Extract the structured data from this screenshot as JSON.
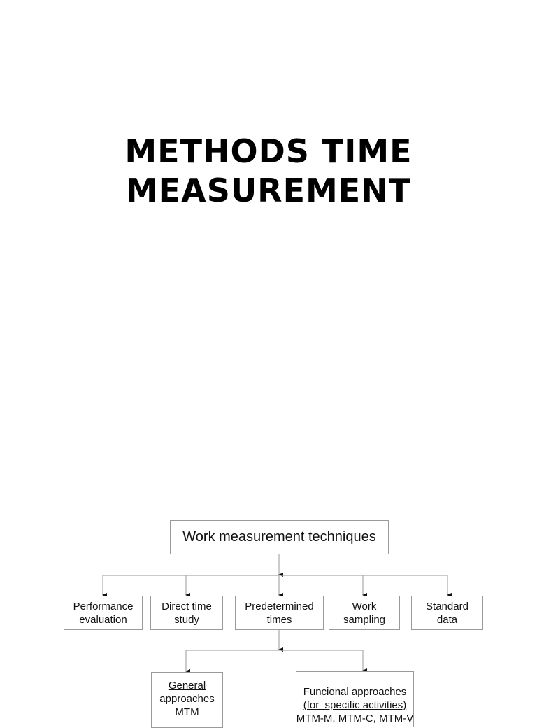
{
  "slide": {
    "title_line1": "METHODS TIME",
    "title_line2": "MEASUREMENT"
  },
  "diagram": {
    "root": "Work measurement techniques",
    "techniques": [
      {
        "line1": "Performance",
        "line2": "evaluation"
      },
      {
        "line1": "Direct time",
        "line2": "study"
      },
      {
        "line1": "Predetermined",
        "line2": "times"
      },
      {
        "line1": "Work",
        "line2": "sampling"
      },
      {
        "line1": "Standard",
        "line2": "data"
      }
    ],
    "predetermined_children": [
      {
        "line1": "General",
        "line2": "approaches",
        "line3": "MTM"
      },
      {
        "line1": "Funcional approaches",
        "line2": "(for  specific activities)",
        "line3": "MTM-M, MTM-C, MTM-V"
      }
    ]
  }
}
